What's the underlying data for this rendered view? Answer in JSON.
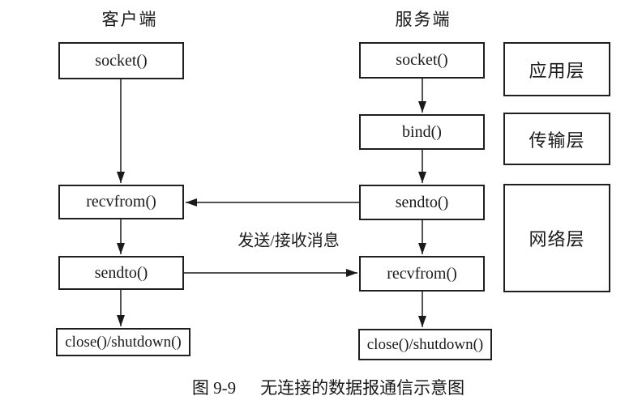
{
  "diagram": {
    "client": {
      "title": "客户端",
      "nodes": [
        {
          "id": "socket",
          "label": "socket()"
        },
        {
          "id": "recvfrom",
          "label": "recvfrom()"
        },
        {
          "id": "sendto",
          "label": "sendto()"
        },
        {
          "id": "close",
          "label": "close()/shutdown()"
        }
      ]
    },
    "server": {
      "title": "服务端",
      "nodes": [
        {
          "id": "socket",
          "label": "socket()"
        },
        {
          "id": "bind",
          "label": "bind()"
        },
        {
          "id": "sendto",
          "label": "sendto()"
        },
        {
          "id": "recvfrom",
          "label": "recvfrom()"
        },
        {
          "id": "close",
          "label": "close()/shutdown()"
        }
      ]
    },
    "layers": [
      {
        "id": "application",
        "label": "应用层"
      },
      {
        "id": "transport",
        "label": "传输层"
      },
      {
        "id": "network",
        "label": "网络层"
      }
    ],
    "message_label": "发送/接收消息",
    "caption": {
      "prefix": "图 9-9",
      "text": "无连接的数据报通信示意图"
    },
    "colors": {
      "line": "#1a1a1a",
      "background": "#ffffff",
      "text": "#1a1a1a"
    }
  }
}
